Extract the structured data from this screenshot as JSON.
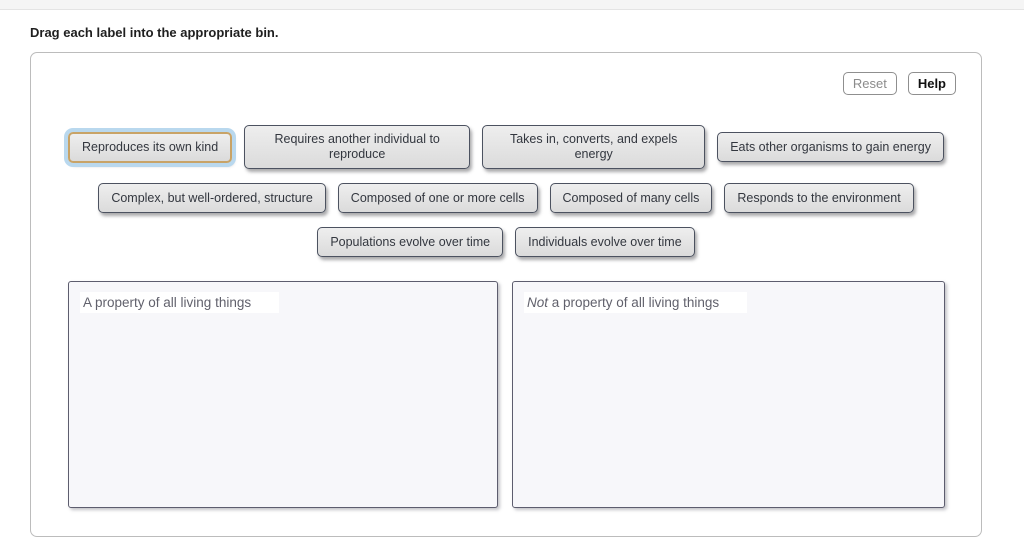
{
  "page": {
    "instruction": "Drag each label into the appropriate bin."
  },
  "toolbar": {
    "reset_label": "Reset",
    "help_label": "Help"
  },
  "chips": [
    {
      "label": "Reproduces its own kind",
      "selected": true
    },
    {
      "label": "Requires another individual to reproduce",
      "selected": false
    },
    {
      "label": "Takes in, converts, and expels energy",
      "selected": false
    },
    {
      "label": "Eats other organisms to gain energy",
      "selected": false
    },
    {
      "label": "Complex, but well-ordered, structure",
      "selected": false
    },
    {
      "label": "Composed of one or more cells",
      "selected": false
    },
    {
      "label": "Composed of many cells",
      "selected": false
    },
    {
      "label": "Responds to the environment",
      "selected": false
    },
    {
      "label": "Populations evolve over time",
      "selected": false
    },
    {
      "label": "Individuals evolve over time",
      "selected": false
    }
  ],
  "bins": [
    {
      "label_prefix": "",
      "label_rest": "A property of all living things"
    },
    {
      "label_prefix": "Not",
      "label_rest": " a property of all living things"
    }
  ],
  "colors": {
    "chip_border": "#4c5260",
    "chip_selected_border": "#c8a367",
    "chip_selected_halo": "#b9d8ee",
    "bin_border": "#5d5d6e",
    "bin_background": "#f7f7fa"
  }
}
